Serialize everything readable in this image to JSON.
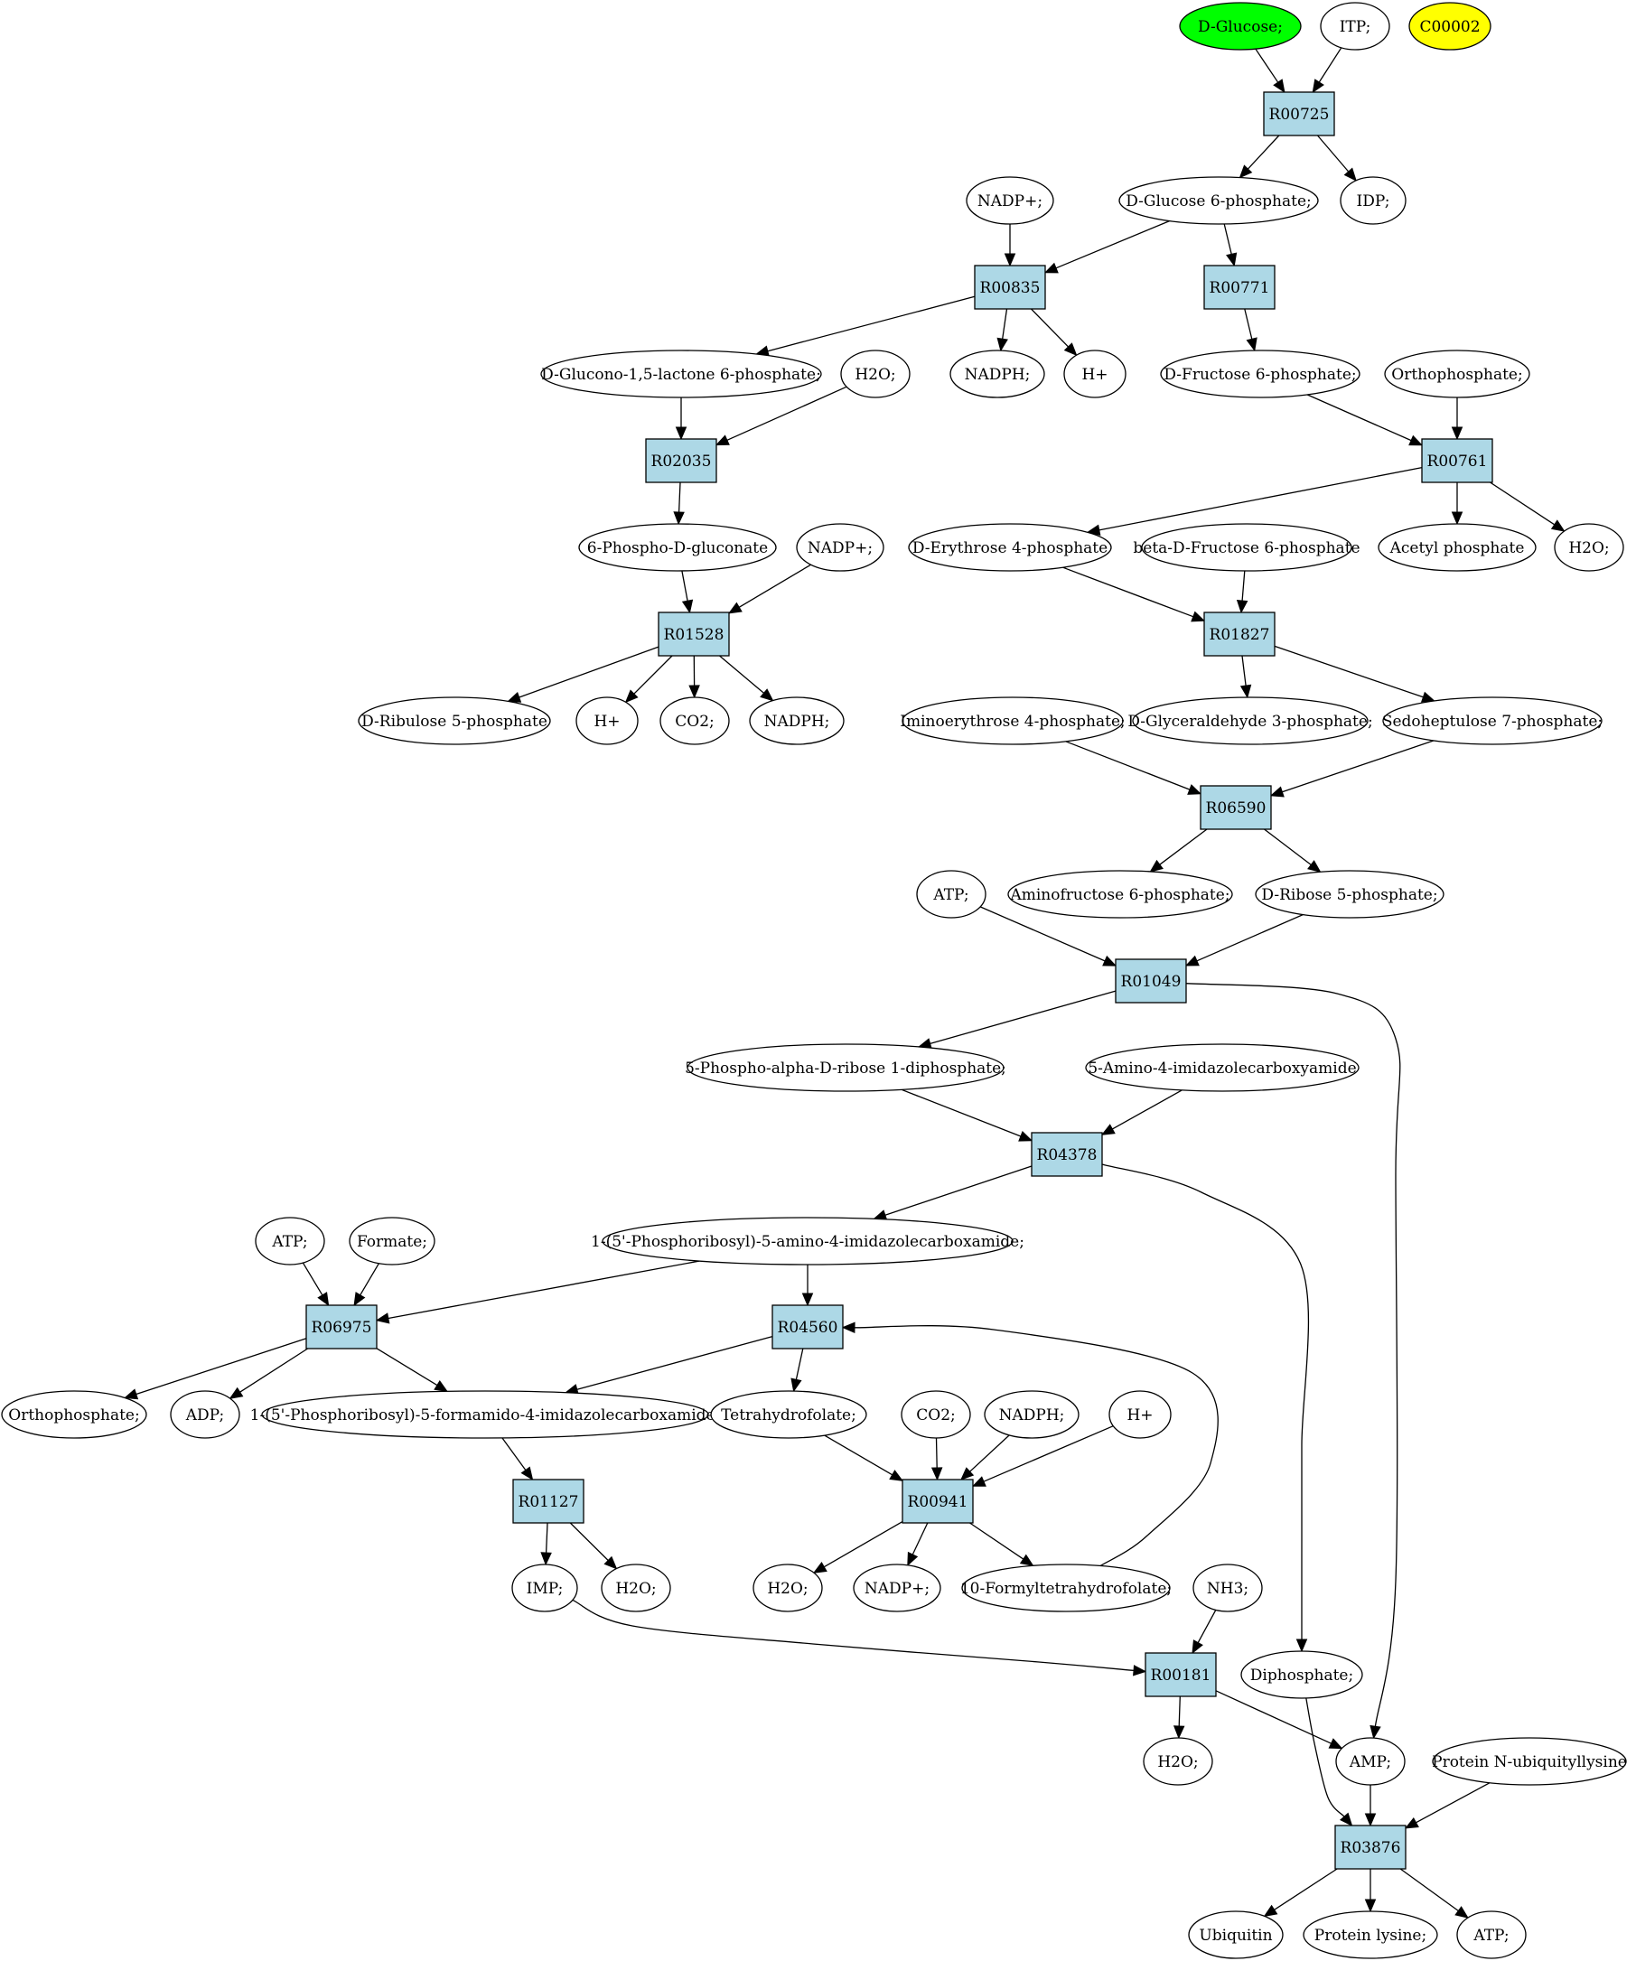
{
  "colors": {
    "reaction_fill": "#add8e6",
    "compound_fill": "#ffffff",
    "start_fill": "#00ff00",
    "highlight_fill": "#ffff00",
    "stroke": "#000000"
  },
  "reactions": {
    "R00725": "R00725",
    "R00835": "R00835",
    "R00771": "R00771",
    "R02035": "R02035",
    "R00761": "R00761",
    "R01528": "R01528",
    "R01827": "R01827",
    "R06590": "R06590",
    "R01049": "R01049",
    "R04378": "R04378",
    "R06975": "R06975",
    "R04560": "R04560",
    "R01127": "R01127",
    "R00941": "R00941",
    "R00181": "R00181",
    "R03876": "R03876"
  },
  "compounds": {
    "glucose": "D-Glucose;",
    "itp": "ITP;",
    "c00002": "C00002",
    "nadp_1": "NADP+;",
    "g6p": "D-Glucose 6-phosphate;",
    "idp": "IDP;",
    "glucono": "D-Glucono-1,5-lactone 6-phosphate;",
    "h2o_1": "H2O;",
    "nadph_1": "NADPH;",
    "hplus_1": "H+",
    "f6p": "D-Fructose 6-phosphate;",
    "orthophos_1": "Orthophosphate;",
    "phosphogluconate": "6-Phospho-D-gluconate",
    "nadp_2": "NADP+;",
    "erythrose": "D-Erythrose 4-phosphate",
    "beta_f6p": "beta-D-Fructose 6-phosphate",
    "acetyl_phosphate": "Acetyl phosphate",
    "h2o_2": "H2O;",
    "ribulose": "D-Ribulose 5-phosphate",
    "hplus_2": "H+",
    "co2_1": "CO2;",
    "nadph_2": "NADPH;",
    "iminoerythrose": "Iminoerythrose 4-phosphate;",
    "glyceraldehyde": "D-Glyceraldehyde 3-phosphate;",
    "sedoheptulose": "Sedoheptulose 7-phosphate;",
    "atp_1": "ATP;",
    "aminofructose": "Aminofructose 6-phosphate;",
    "ribose5p": "D-Ribose 5-phosphate;",
    "prpp": "5-Phospho-alpha-D-ribose 1-diphosphate;",
    "aica": "5-Amino-4-imidazolecarboxyamide",
    "atp_2": "ATP;",
    "formate": "Formate;",
    "aicar": "1-(5'-Phosphoribosyl)-5-amino-4-imidazolecarboxamide;",
    "orthophos_2": "Orthophosphate;",
    "adp": "ADP;",
    "faicar": "1-(5'-Phosphoribosyl)-5-formamido-4-imidazolecarboxamide;",
    "thf": "Tetrahydrofolate;",
    "co2_2": "CO2;",
    "nadph_3": "NADPH;",
    "hplus_3": "H+",
    "imp": "IMP;",
    "h2o_3": "H2O;",
    "h2o_4": "H2O;",
    "nadp_3": "NADP+;",
    "formylthf": "10-Formyltetrahydrofolate;",
    "nh3": "NH3;",
    "diphosphate": "Diphosphate;",
    "h2o_5": "H2O;",
    "amp": "AMP;",
    "ubiquityllysine": "Protein N-ubiquityllysine",
    "ubiquitin": "Ubiquitin",
    "protein_lysine": "Protein lysine;",
    "atp_3": "ATP;"
  }
}
